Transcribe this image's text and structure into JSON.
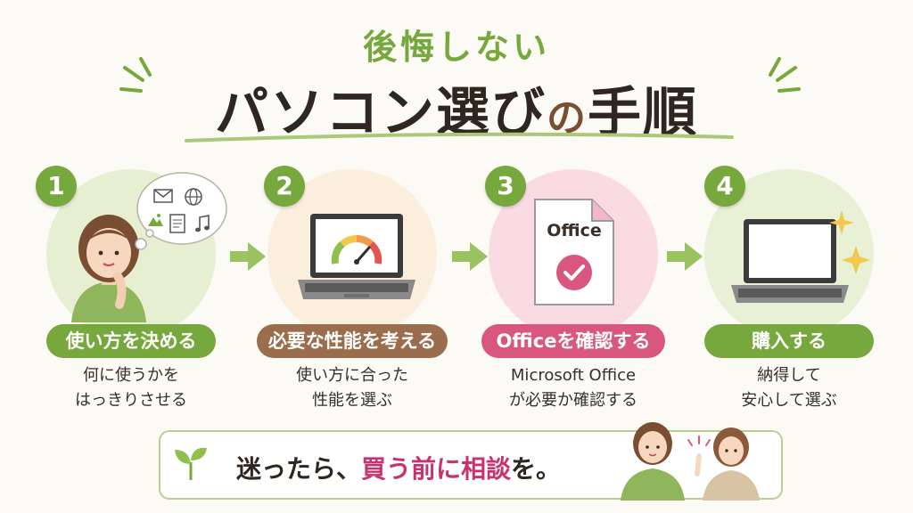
{
  "header": {
    "subtitle": "後悔しない",
    "title_main": "パソコン選び",
    "title_particle": "の",
    "title_end": "手順"
  },
  "steps": [
    {
      "number": "1",
      "label": "使い方を決める",
      "desc": "何に使うかを\nはっきりさせる",
      "color": "#77a83d"
    },
    {
      "number": "2",
      "label": "必要な性能を考える",
      "desc": "使い方に合った\n性能を選ぶ",
      "color": "#9a6d4c"
    },
    {
      "number": "3",
      "label": "Officeを確認する",
      "desc": "Microsoft Office\nが必要か確認する",
      "color": "#d9577f",
      "doc_label": "Office"
    },
    {
      "number": "4",
      "label": "購入する",
      "desc": "納得して\n安心して選ぶ",
      "color": "#77a83d"
    }
  ],
  "footer": {
    "text_before": "迷ったら、",
    "text_emphasis": "買う前に相談",
    "text_after": "を。"
  },
  "colors": {
    "green": "#77a83d",
    "brown": "#9a6d4c",
    "pink": "#d9577f",
    "arrow": "#9ac261"
  }
}
